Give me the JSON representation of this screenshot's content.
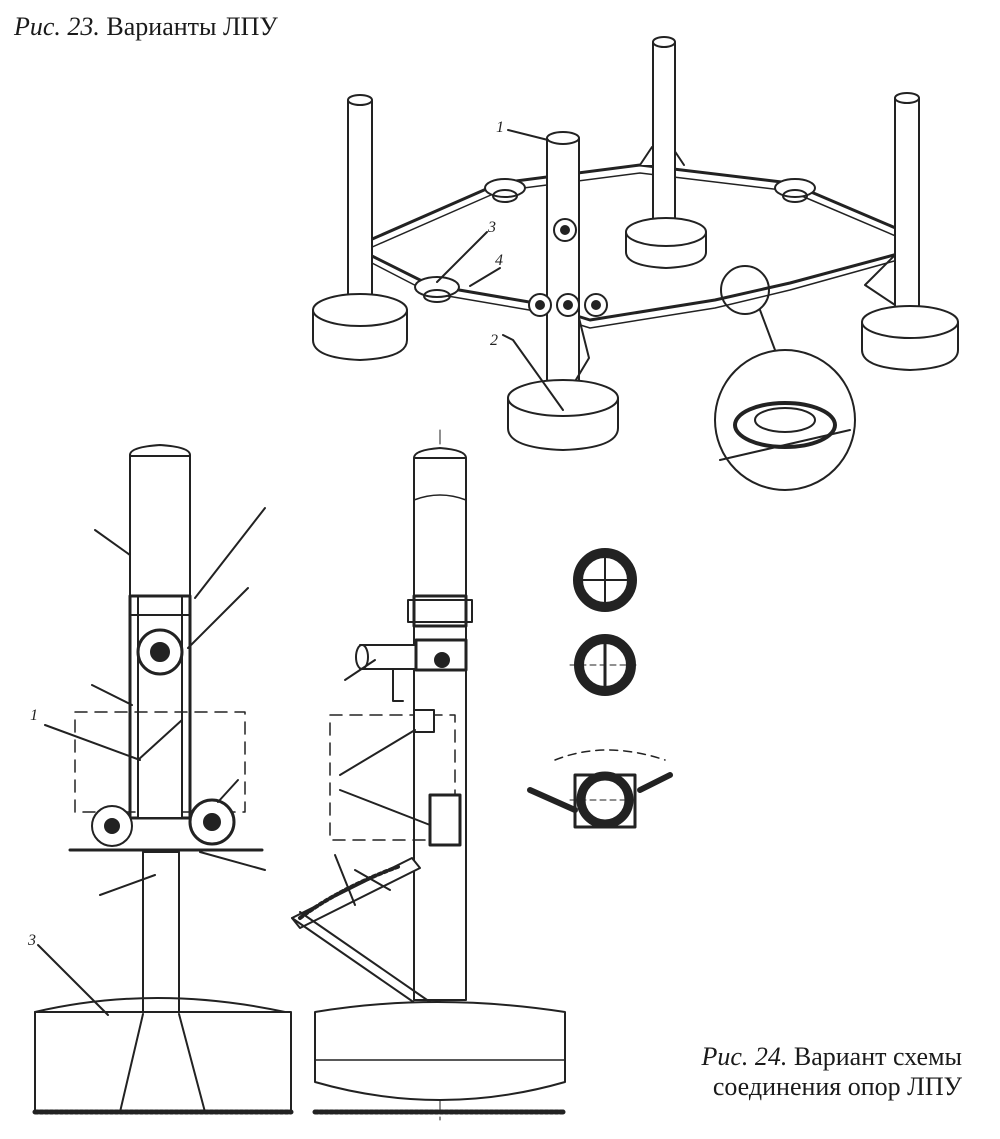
{
  "fig23": {
    "prefix": "Рис. 23.",
    "title": "Варианты ЛПУ"
  },
  "fig24": {
    "prefix": "Рис. 24.",
    "title_line1": "Вариант схемы",
    "title_line2": "соединения опор ЛПУ"
  },
  "labels": {
    "c1": "1",
    "c2": "2",
    "c3": "3",
    "c4": "4"
  }
}
